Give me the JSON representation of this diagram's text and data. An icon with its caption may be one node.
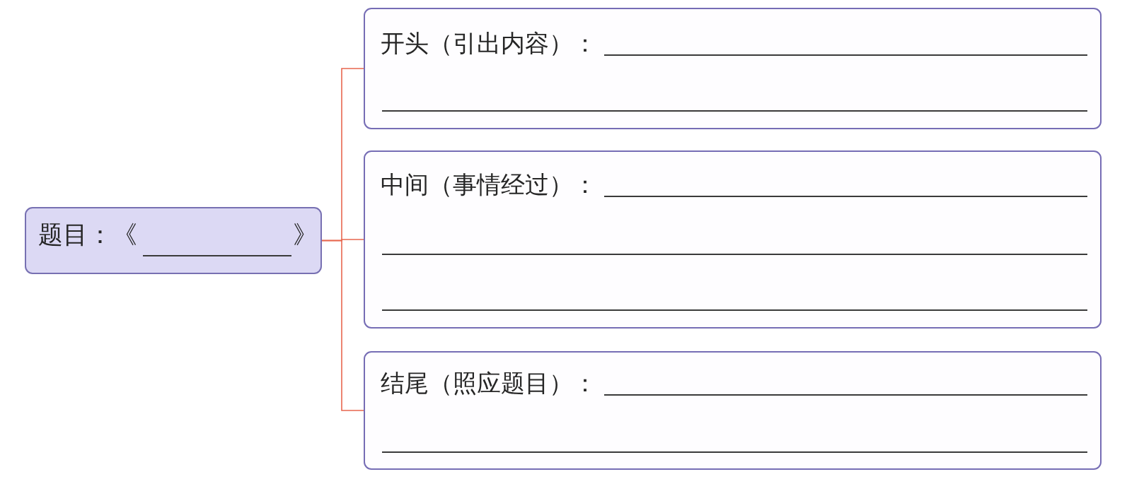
{
  "diagram": {
    "nodes": [
      {
        "text": [
          "题目：《",
          "》"
        ]
      },
      {
        "text": [
          "开头（引出内容）："
        ]
      },
      {
        "text": [
          "中间（事情经过）："
        ]
      },
      {
        "text": [
          "结尾（照应题目）："
        ]
      }
    ],
    "edges": [
      {
        "from": 0,
        "to": 1,
        "arrow": "none"
      },
      {
        "from": 0,
        "to": 2,
        "arrow": "none"
      },
      {
        "from": 0,
        "to": 3,
        "arrow": "none"
      }
    ]
  }
}
